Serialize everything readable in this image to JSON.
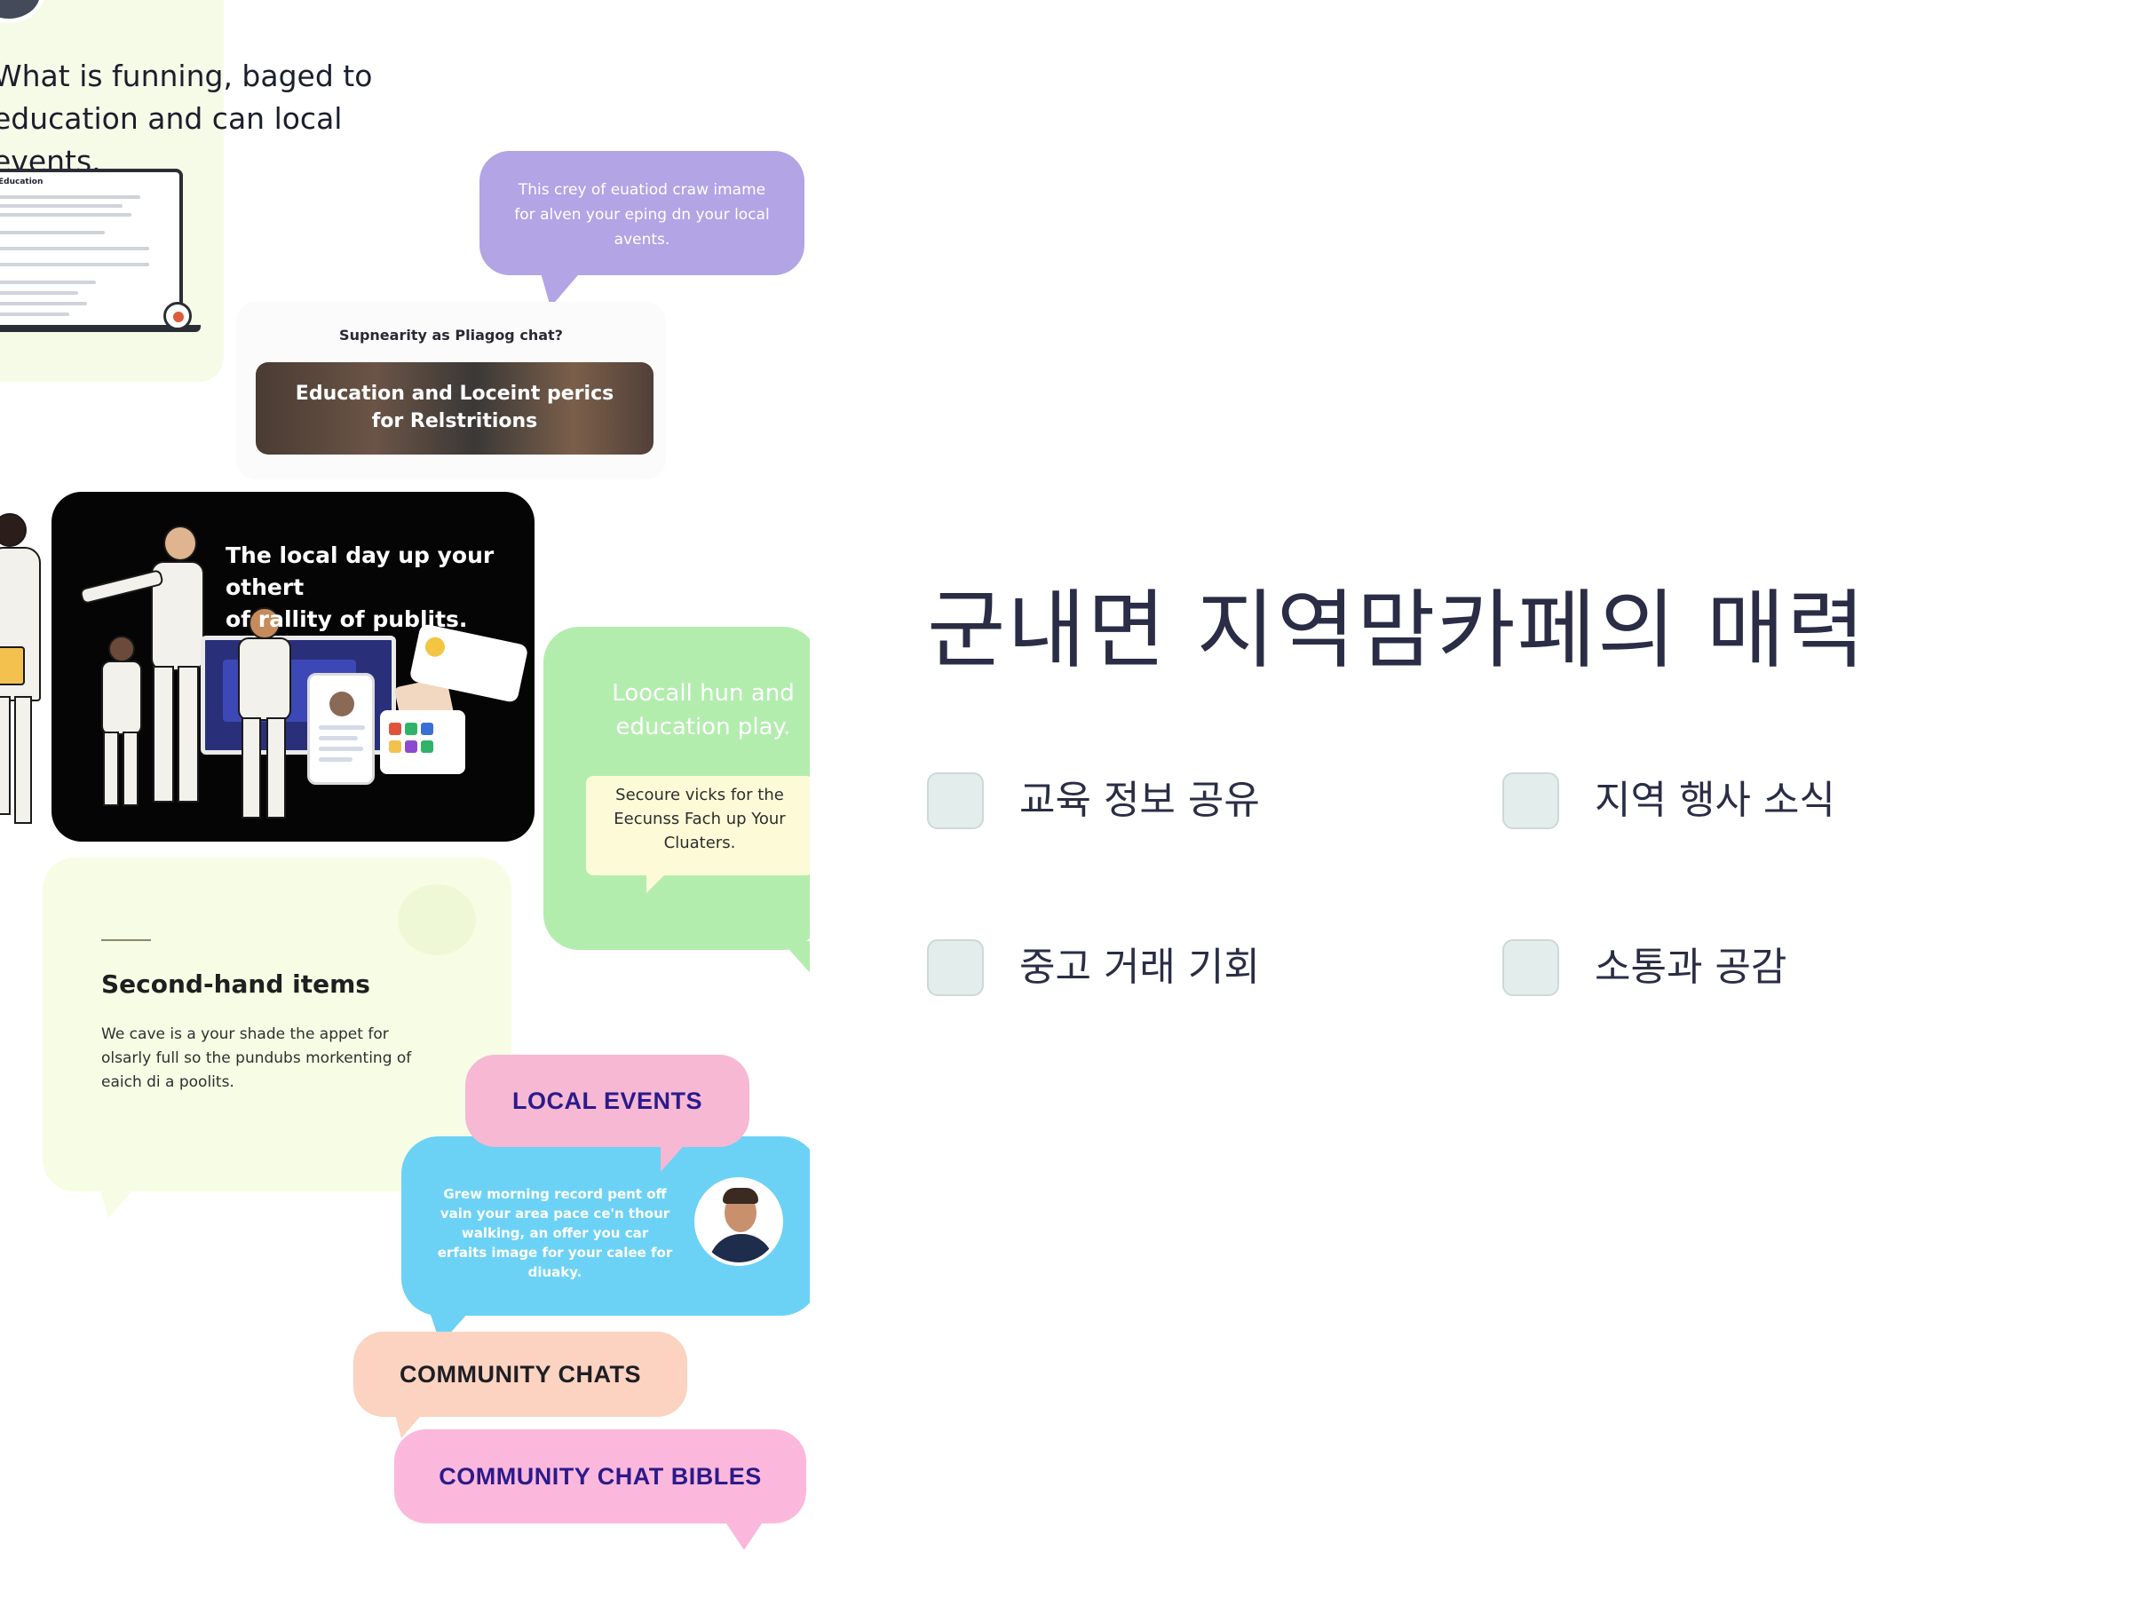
{
  "collage": {
    "intro_line1": "What is funning, baged to",
    "intro_line2": "education and can local events.",
    "laptop_title": "Education",
    "purple_bubble_text": "This crey of euatiod craw imame for alven your eping dn your local avents.",
    "summary_title": "Supnearity as Pliagog chat?",
    "photo_banner_line1": "Education and Loceint perics",
    "photo_banner_line2": "for Relstritions",
    "hero_line1": "The local day up your othert",
    "hero_line2": "of rallity of publits.",
    "green_heading": "Loocall hun and education play.",
    "green_inner": "Secoure vicks for the Eecunss Fach up Your Cluaters.",
    "secondhand_title": "Second-hand items",
    "secondhand_body": "We cave is a your shade the appet for olsarly full so the pundubs morkenting of eaich di a poolits.",
    "pill_local": "LOCAL EVENTS",
    "blue_bubble_text": "Grew morning record pent off vain your area pace ce'n thour walking, an offer you car erfaits image for your calee for diuaky.",
    "pill_chats": "COMMUNITY CHATS",
    "pill_bibles": "COMMUNITY CHAT BIBLES"
  },
  "main": {
    "title": "군내면 지역맘카페의 매력",
    "items": [
      {
        "label": "교육 정보 공유"
      },
      {
        "label": "지역 행사 소식"
      },
      {
        "label": "중고 거래 기회"
      },
      {
        "label": "소통과 공감"
      }
    ]
  },
  "colors": {
    "title_text": "#2a2d45",
    "checkbox_fill": "#e3eeec",
    "purple_bubble": "#b2a4e5",
    "green_bubble": "#b3edae",
    "blue_bubble": "#6cd2f5",
    "pink_pill": "#f7b8d4",
    "peach_pill": "#fbd3c0"
  }
}
